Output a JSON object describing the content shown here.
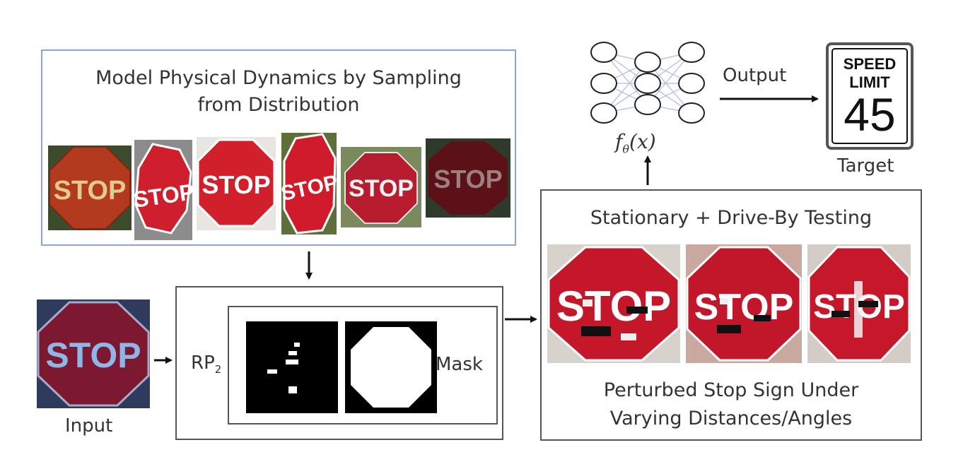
{
  "top_box": {
    "title_line1": "Model Physical Dynamics by Sampling",
    "title_line2": "from Distribution",
    "sample_sign_text": "STOP"
  },
  "input": {
    "label": "Input",
    "sign_text": "STOP"
  },
  "rp2_box": {
    "label": "RP",
    "label_sub": "2",
    "mask_label": "Mask"
  },
  "testing_box": {
    "title": "Stationary + Drive-By Testing",
    "caption_line1": "Perturbed Stop Sign Under",
    "caption_line2": "Varying Distances/Angles",
    "sign_text": "STOP"
  },
  "network": {
    "function_label": "f",
    "function_sub": "θ",
    "function_arg": "(x)"
  },
  "output_arrow_label": "Output",
  "target": {
    "label": "Target",
    "line1": "SPEED",
    "line2": "LIMIT",
    "number": "45"
  },
  "colors": {
    "sign_red": "#c0192c",
    "box_border": "#555555",
    "top_box_border": "#8ba6cf"
  }
}
